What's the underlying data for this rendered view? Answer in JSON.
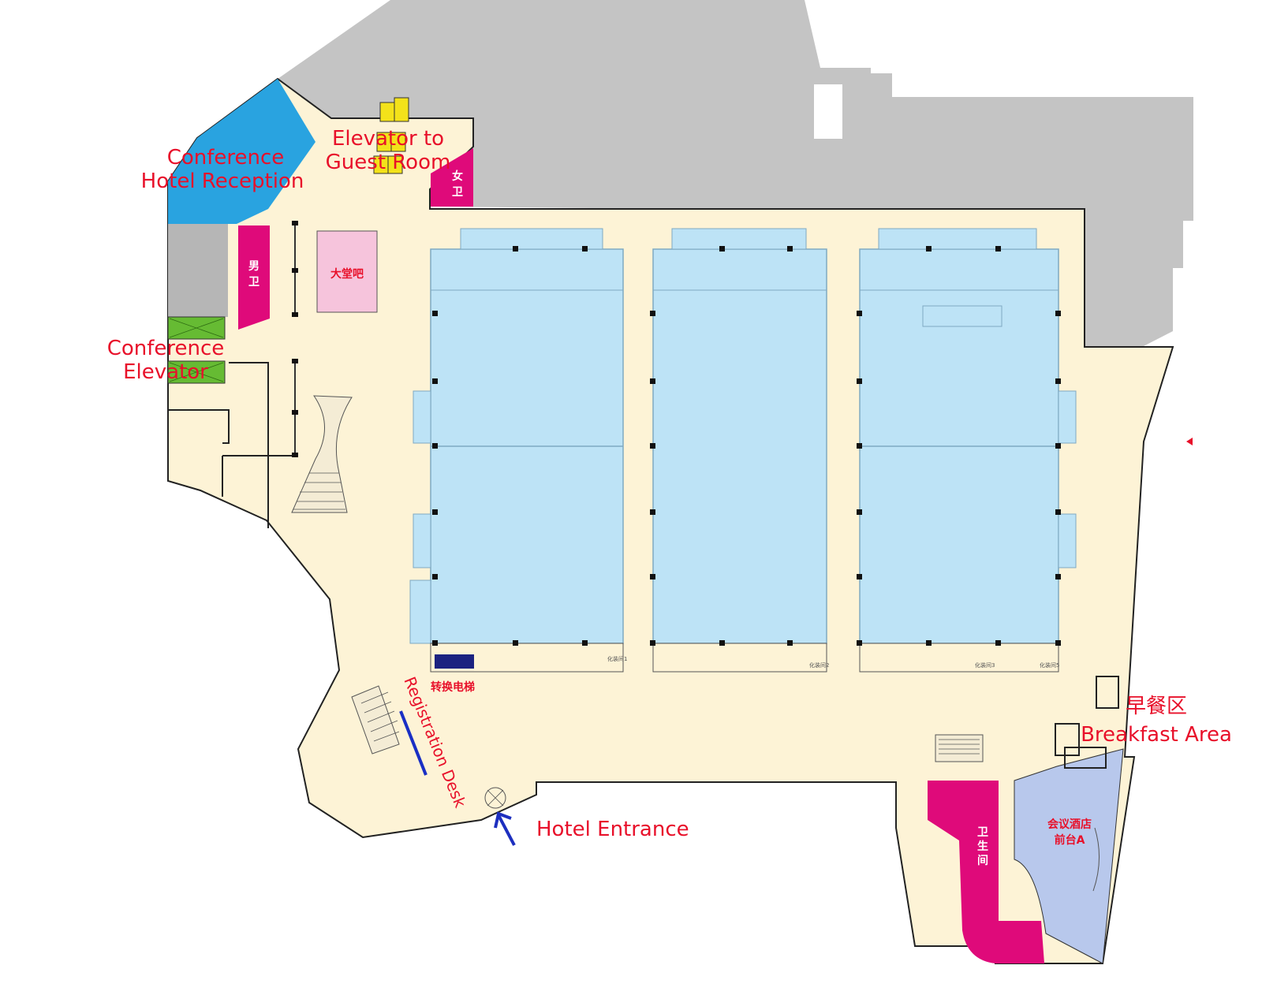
{
  "labels": {
    "conference_hotel_reception_line1": "Conference",
    "conference_hotel_reception_line2": "Hotel Reception",
    "elevator_guest_line1": "Elevator to",
    "elevator_guest_line2": "Guest Room",
    "conference_elevator_line1": "Conference",
    "conference_elevator_line2": "Elevator",
    "womens_restroom_line1": "女",
    "womens_restroom_line2": "卫",
    "mens_restroom_line1": "男",
    "mens_restroom_line2": "卫",
    "lobby_bar": "大堂吧",
    "transfer_elevator": "转换电梯",
    "registration_desk": "Registration Desk",
    "hotel_entrance": "Hotel Entrance",
    "breakfast_cn": "早餐区",
    "breakfast_en": "Breakfast Area",
    "restroom_line1": "卫",
    "restroom_line2": "生",
    "restroom_line3": "间",
    "front_desk_line1": "会议酒店",
    "front_desk_line2": "前台A",
    "dressing_room_1": "化装间1",
    "dressing_room_2": "化装间2",
    "dressing_room_3": "化装间3",
    "dressing_room_5": "化装间5"
  },
  "colors": {
    "floor": "#fdf3d6",
    "hall": "#bde3f6",
    "hall_outline": "#7fa9c2",
    "gray_area": "#c4c4c4",
    "reception": "#29a3e0",
    "restroom": "#df0a7a",
    "lobby_bar": "#f6c4dc",
    "elevator_green": "#66bb33",
    "elevator_yellow": "#f3e21a",
    "front_desk": "#b8c8ec",
    "label_red": "#e8102a",
    "label_blue": "#1d2fbf",
    "registration_desk": "#1a2fc4",
    "transfer_elevator": "#1b2280"
  },
  "icons": {
    "entrance_arrow": "arrow-up-left-icon",
    "stair": "stair-icon",
    "pillar": "pillar-icon"
  }
}
